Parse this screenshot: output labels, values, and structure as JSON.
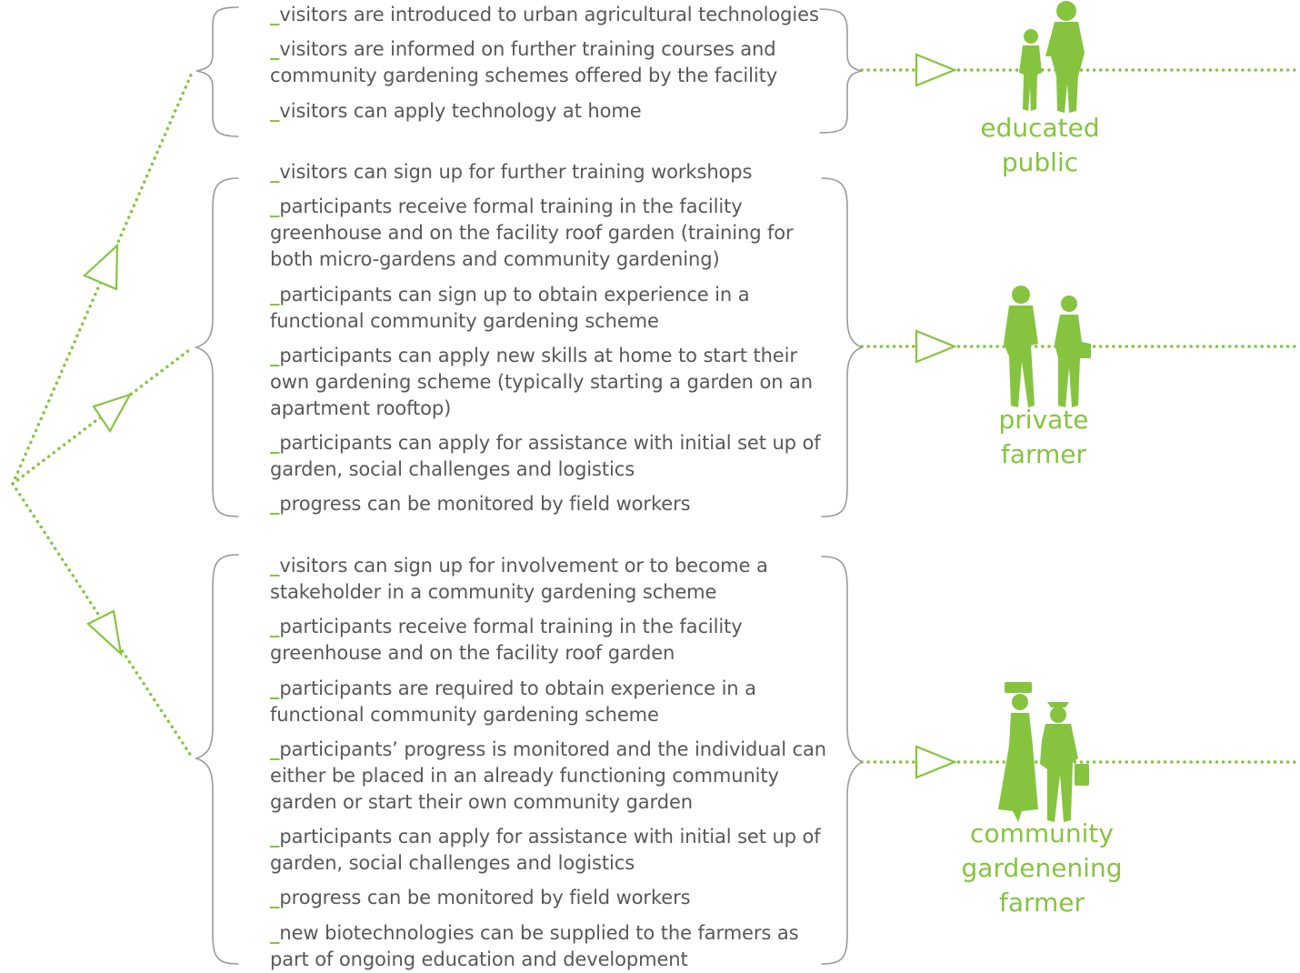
{
  "colors": {
    "accent": "#86c440",
    "text": "#58585a",
    "brace": "#9a9a9a"
  },
  "groups": [
    {
      "items": [
        "visitors are introduced to urban agricultural technologies",
        "visitors are informed on further training courses and community gardening schemes offered by the facility",
        "visitors can apply technology at home"
      ],
      "outcome": [
        "educated",
        "public"
      ],
      "icon": "parent-child-figures-icon"
    },
    {
      "items": [
        "visitors can sign up for further training workshops",
        "participants receive formal training in the facility greenhouse and on the facility roof garden (training for both micro-gardens and community gardening)",
        "participants can sign up to obtain experience in a functional community gardening scheme",
        "participants can apply new skills at home to start their own gardening scheme (typically starting a garden on an apartment rooftop)",
        "participants can apply for assistance with initial set up of garden, social challenges and logistics",
        "progress can be monitored by field workers"
      ],
      "outcome": [
        "private",
        "farmer"
      ],
      "icon": "two-urban-people-icon"
    },
    {
      "items": [
        "visitors can sign up for involvement or to become a stakeholder in a community gardening scheme",
        "participants receive formal training in the facility greenhouse and on the facility roof garden",
        "participants are required to obtain experience in a functional community gardening scheme",
        "participants’ progress is monitored and the individual can either be placed in an already functioning community garden or start their own community garden",
        "participants can apply for assistance with initial set up of garden, social challenges and logistics",
        "progress can be monitored by field workers",
        "new biotechnologies can be supplied to the farmers as part of ongoing education and development"
      ],
      "outcome": [
        "community",
        "gardenening",
        "farmer"
      ],
      "icon": "farmer-couple-icon"
    }
  ]
}
